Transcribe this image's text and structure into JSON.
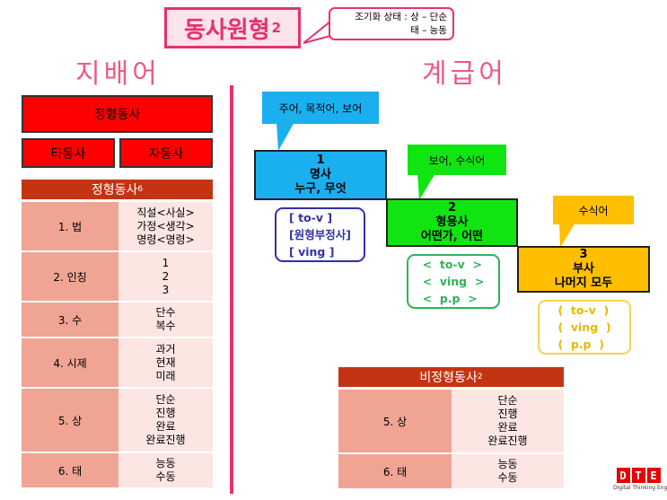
{
  "title": {
    "text": "동사원형",
    "sup": "2"
  },
  "note": {
    "text": "조기화 상태 : 상 – 단순\n태 – 능동"
  },
  "left_heading": "지배어",
  "right_heading": "계급어",
  "left": {
    "top_box": "정형동사",
    "sub_box_left": "타동사",
    "sub_box_right": "자동사",
    "table": {
      "header": "정형동사",
      "header_sup": "6",
      "rows": [
        {
          "label": "1. 법",
          "values": "직설<사실>\n가정<생각>\n명령<명령>"
        },
        {
          "label": "2. 인칭",
          "values": "1\n2\n3"
        },
        {
          "label": "3. 수",
          "values": "단수\n복수"
        },
        {
          "label": "4. 시제",
          "values": "과거\n현재\n미래"
        },
        {
          "label": "5. 상",
          "values": "단순\n진행\n완료\n완료진행"
        },
        {
          "label": "6. 태",
          "values": "능동\n수동"
        }
      ]
    }
  },
  "right": {
    "grades": [
      {
        "bubble": "주어, 목적어, 보어",
        "number": "1",
        "name": "명사",
        "desc": "누구, 무엇",
        "forms": "[ to-v ]\n[원형부정사]\n[ ving ]",
        "color": "#1ab0ef",
        "bubble_color": "#1ab0ef",
        "form_border": "#3030a8",
        "form_text": "#3030a8"
      },
      {
        "bubble": "보어, 수식어",
        "number": "2",
        "name": "형용사",
        "desc": "어떤가, 어떤",
        "forms": "<  to-v  >\n<  ving  >\n<  p.p  >",
        "color": "#11e511",
        "bubble_color": "#11e511",
        "form_border": "#2fb35a",
        "form_text": "#2fb35a"
      },
      {
        "bubble": "수식어",
        "number": "3",
        "name": "부사",
        "desc": "나머지 모두",
        "forms": "(  to-v  )\n(  ving  )\n(  p.p  )",
        "color": "#ffbf00",
        "bubble_color": "#ffbf00",
        "form_border": "#f5d25a",
        "form_text": "#e8b800"
      }
    ],
    "table": {
      "header": "비정형동사",
      "header_sup": "2",
      "rows": [
        {
          "label": "5. 상",
          "values": "단순\n진행\n완료\n완료진행"
        },
        {
          "label": "6. 태",
          "values": "능동\n수동"
        }
      ]
    }
  },
  "logo": {
    "letters": [
      "D",
      "T",
      "E"
    ],
    "tagline": "Digital Thinking English",
    "color": "#e60000"
  },
  "colors": {
    "accent": "#e5316d",
    "table_header": "#c53412",
    "cell_label": "#f0a494",
    "cell_value": "#fbe6e1"
  }
}
